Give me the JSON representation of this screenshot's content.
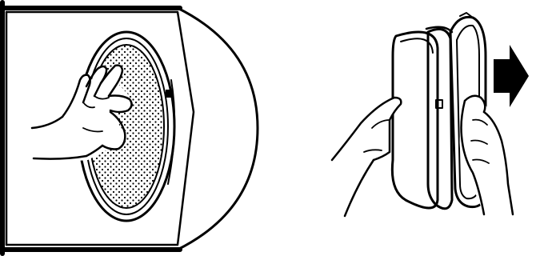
{
  "figure": {
    "panels": [
      {
        "name": "left",
        "depicts": "hand-pressing-filter-in-housing"
      },
      {
        "name": "right",
        "depicts": "removing-filter-from-holder"
      }
    ],
    "icons": {
      "left": "filter-press-illustration",
      "right": "filter-removal-illustration",
      "arrow": "arrow-right-icon"
    },
    "colors": {
      "ink": "#000000",
      "background": "#ffffff"
    }
  }
}
